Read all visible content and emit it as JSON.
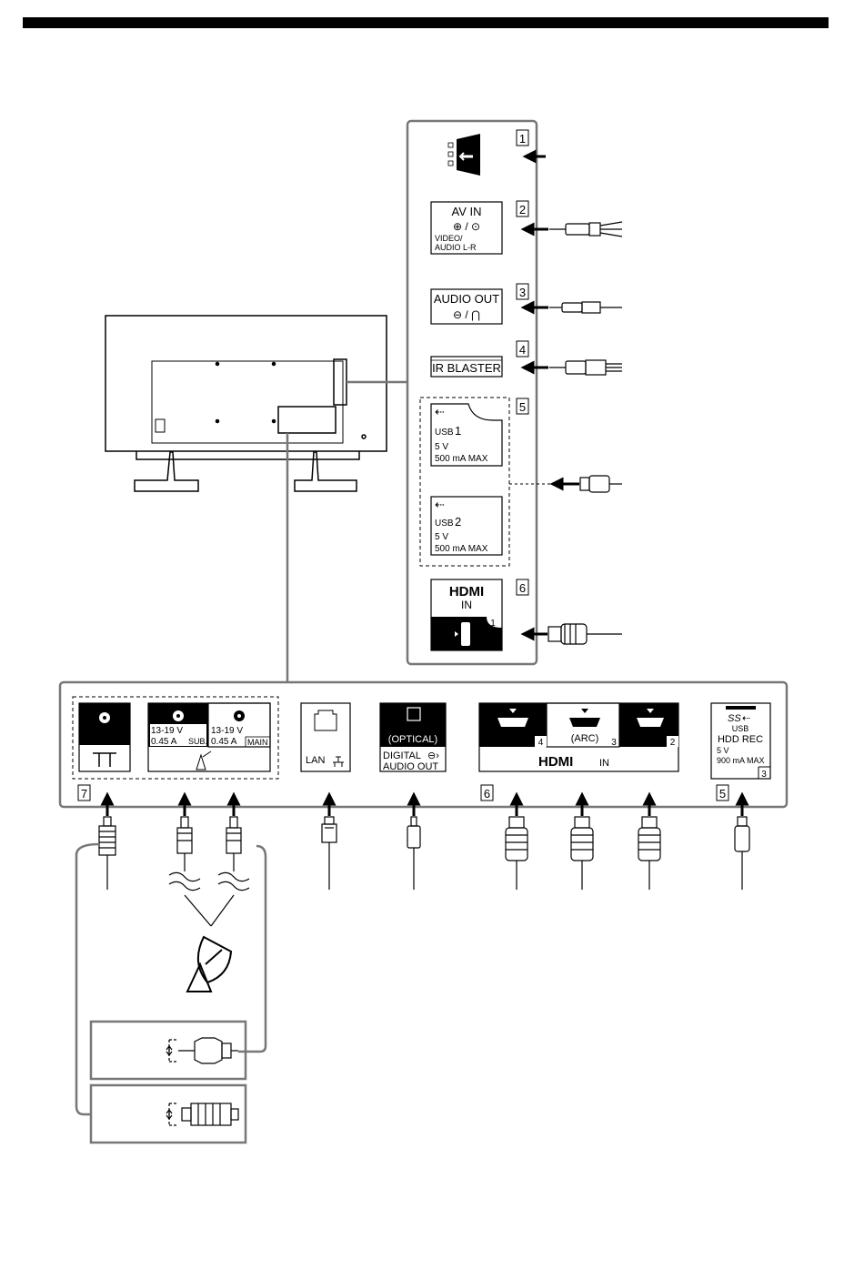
{
  "side_panel": {
    "items": [
      {
        "num": "1"
      },
      {
        "num": "2",
        "line1": "AV IN",
        "line2": "VIDEO/",
        "line3": "AUDIO L-R"
      },
      {
        "num": "3",
        "line1": "AUDIO OUT"
      },
      {
        "num": "4",
        "line1": "IR BLASTER"
      },
      {
        "num": "5",
        "usb1": {
          "label": "USB",
          "num": "1",
          "volt": "5 V",
          "amp": "500 mA MAX"
        },
        "usb2": {
          "label": "USB",
          "num": "2",
          "volt": "5 V",
          "amp": "500 mA MAX"
        }
      },
      {
        "num": "6",
        "brand": "HDMI",
        "in": "IN",
        "port": "1"
      }
    ]
  },
  "bottom_panel": {
    "sat_group_num": "7",
    "sat_sub": {
      "volt": "13-19 V",
      "amp": "0.45 A",
      "tag": "SUB."
    },
    "sat_main": {
      "volt": "13-19 V",
      "amp": "0.45 A",
      "tag": "MAIN"
    },
    "lan": "LAN",
    "optical": {
      "top": "(OPTICAL)",
      "line1": "DIGITAL",
      "line2": "AUDIO OUT"
    },
    "hdmi_group_num": "6",
    "hdmi": {
      "brand": "HDMI",
      "in": "IN",
      "ports": [
        "4",
        "3",
        "2"
      ],
      "arc": "(ARC)"
    },
    "usb3_group_num": "5",
    "usb3": {
      "logo": "SS",
      "usb": "USB",
      "hdd": "HDD REC",
      "volt": "5 V",
      "amp": "900 mA MAX",
      "port": "3"
    }
  }
}
